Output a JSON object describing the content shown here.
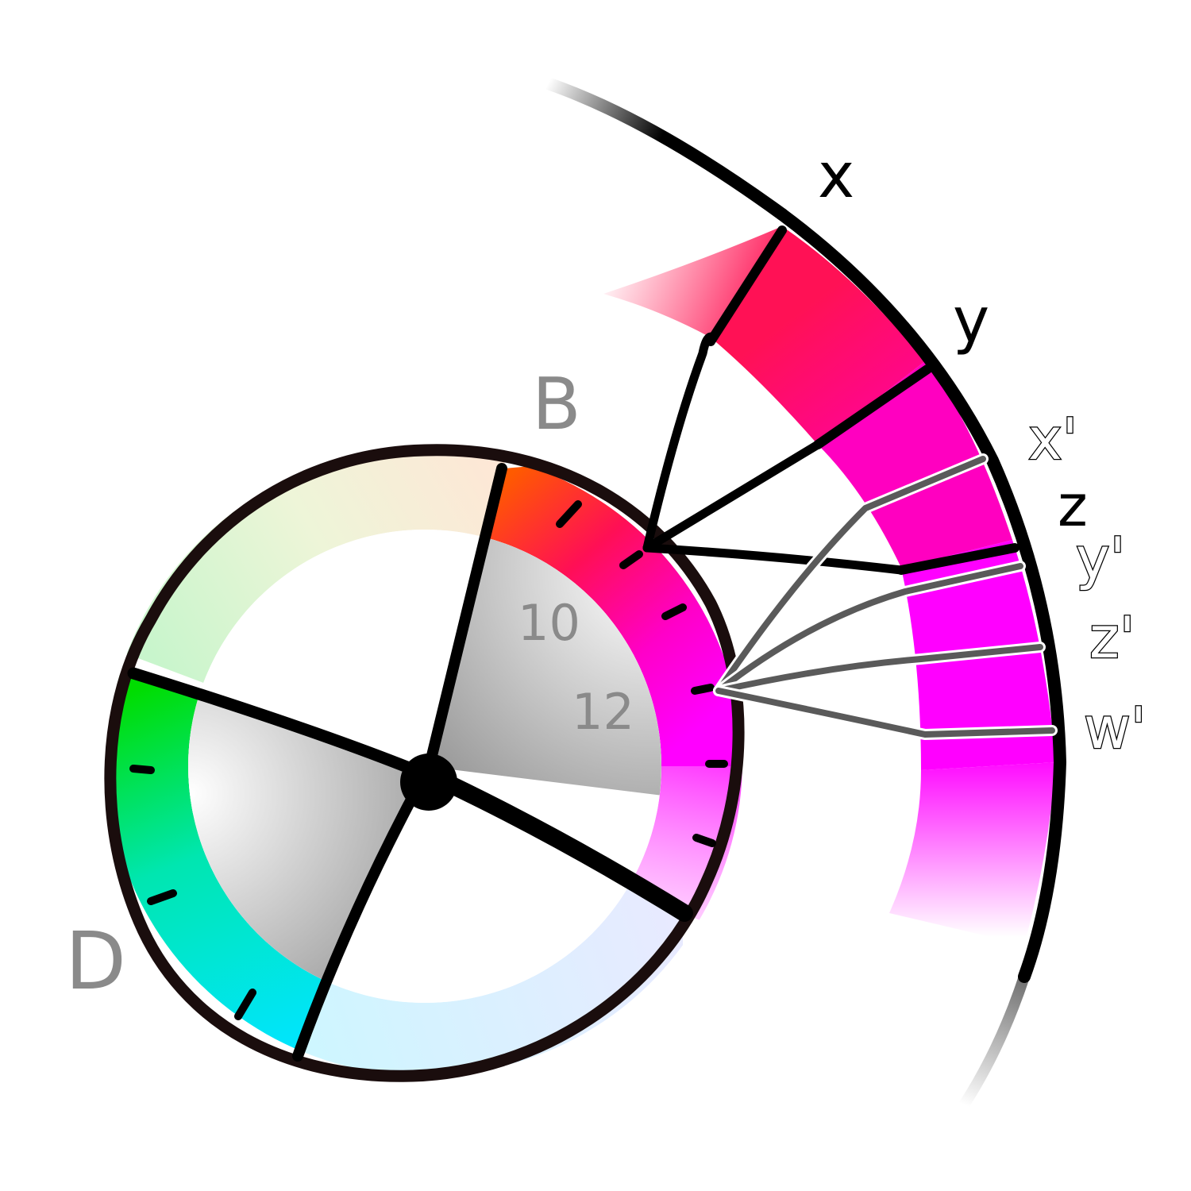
{
  "labels": {
    "wheel_top": "B",
    "wheel_left": "D",
    "tick_a": "10",
    "tick_b": "12",
    "outer": [
      "x",
      "y"
    ],
    "outer_z": "z",
    "primed": [
      "x'",
      "y'",
      "z'",
      "w'"
    ]
  },
  "colors": {
    "outline": "#1a0d0d",
    "black": "#000000",
    "pointer_gray": "#5a5a5a",
    "label_gray": "#8a8a8a",
    "red": "#ff1155",
    "magenta": "#ff00ff",
    "orange": "#ff6a00",
    "green": "#00dd00",
    "cyan": "#00e5ff"
  }
}
